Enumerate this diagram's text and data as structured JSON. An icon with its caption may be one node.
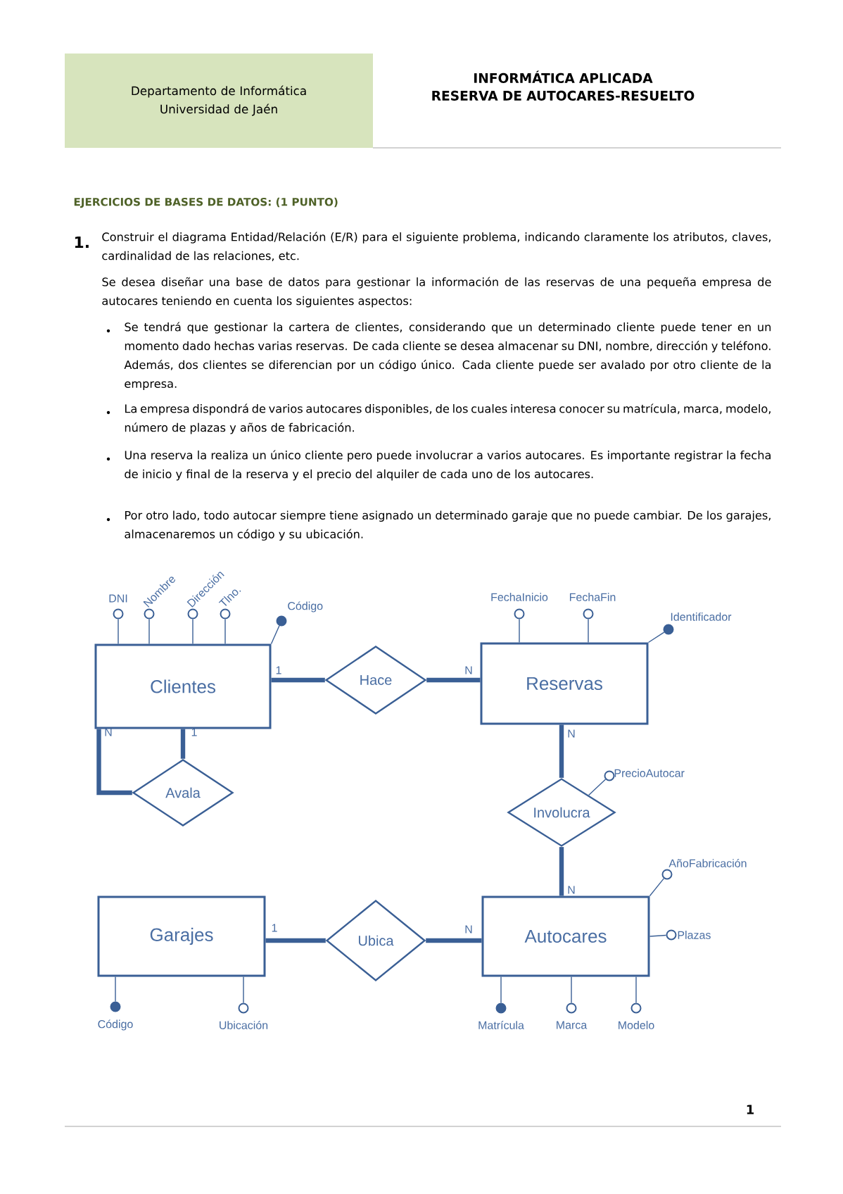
{
  "diagram": {
    "title": "INFORMÁTICA APLICADA RESERVA DE AUTOCARES-RESUELTO",
    "nodes": [
      {
        "text": [
          "Departamento de Informática Universidad de Jaén"
        ]
      },
      {
        "text": [
          "Clientes"
        ]
      },
      {
        "text": [
          "Hace"
        ]
      },
      {
        "text": [
          "Reservas"
        ]
      },
      {
        "text": [
          "Avala"
        ]
      },
      {
        "text": [
          "Involucra"
        ]
      },
      {
        "text": [
          "Garajes"
        ]
      },
      {
        "text": [
          "Ubica"
        ]
      },
      {
        "text": [
          "Autocares"
        ]
      },
      {
        "text": [],
        "shape": "circle",
        "beside": [
          "DNI"
        ]
      },
      {
        "text": [],
        "shape": "circle",
        "beside": [
          "Nombre"
        ]
      },
      {
        "text": [],
        "shape": "circle",
        "beside": [
          "Dirección"
        ]
      },
      {
        "text": [],
        "shape": "circle",
        "beside": [
          "Tlno."
        ]
      },
      {
        "text": [],
        "shape": "dot",
        "beside": [
          "Código"
        ]
      },
      {
        "text": [],
        "shape": "circle",
        "beside": [
          "FechaInicio"
        ]
      },
      {
        "text": [],
        "shape": "circle",
        "beside": [
          "FechaFin"
        ]
      },
      {
        "text": [],
        "shape": "dot",
        "beside": [
          "Identificador"
        ]
      },
      {
        "text": [],
        "shape": "circle",
        "beside": [
          "PrecioAutocar"
        ]
      },
      {
        "text": [],
        "shape": "circle",
        "beside": [
          "AñoFabricación"
        ]
      },
      {
        "text": [],
        "shape": "circle",
        "beside": [
          "Plazas"
        ]
      },
      {
        "text": [],
        "shape": "dot",
        "beside": [
          "Código"
        ]
      },
      {
        "text": [],
        "shape": "circle",
        "beside": [
          "Ubicación"
        ]
      },
      {
        "text": [],
        "shape": "dot",
        "beside": [
          "Matrícula"
        ]
      },
      {
        "text": [],
        "shape": "circle",
        "beside": [
          "Marca"
        ]
      },
      {
        "text": [],
        "shape": "circle",
        "beside": [
          "Modelo"
        ]
      }
    ],
    "edges": [
      {
        "from": 1,
        "to": 2,
        "arrow": "none",
        "style": "thick"
      },
      {
        "from": 2,
        "to": 3,
        "arrow": "none",
        "style": "thick"
      },
      {
        "from": 1,
        "to": 4,
        "arrow": "none",
        "style": "thick"
      },
      {
        "from": 1,
        "to": 4,
        "arrow": "none",
        "style": "thick"
      },
      {
        "from": 3,
        "to": 5,
        "arrow": "none",
        "style": "thick"
      },
      {
        "from": 5,
        "to": 8,
        "arrow": "none",
        "style": "thick"
      },
      {
        "from": 6,
        "to": 7,
        "arrow": "none",
        "style": "thick"
      },
      {
        "from": 7,
        "to": 8,
        "arrow": "none",
        "style": "thick"
      },
      {
        "from": 1,
        "to": 9,
        "arrow": "none"
      },
      {
        "from": 1,
        "to": 10,
        "arrow": "none"
      },
      {
        "from": 1,
        "to": 11,
        "arrow": "none"
      },
      {
        "from": 1,
        "to": 12,
        "arrow": "none"
      },
      {
        "from": 1,
        "to": 13,
        "arrow": "none"
      },
      {
        "from": 3,
        "to": 14,
        "arrow": "none"
      },
      {
        "from": 3,
        "to": 15,
        "arrow": "none"
      },
      {
        "from": 3,
        "to": 16,
        "arrow": "none"
      },
      {
        "from": 5,
        "to": 17,
        "arrow": "none"
      },
      {
        "from": 8,
        "to": 18,
        "arrow": "none"
      },
      {
        "from": 8,
        "to": 19,
        "arrow": "none"
      },
      {
        "from": 6,
        "to": 20,
        "arrow": "none"
      },
      {
        "from": 6,
        "to": 21,
        "arrow": "none"
      },
      {
        "from": 8,
        "to": 22,
        "arrow": "none"
      },
      {
        "from": 8,
        "to": 23,
        "arrow": "none"
      },
      {
        "from": 8,
        "to": 24,
        "arrow": "none"
      }
    ],
    "labels": [
      "EJERCICIOS DE BASES DE DATOS: (1 PUNTO)",
      "1.",
      "Construir el diagrama Entidad/Relación (E/R) para el siguiente problema, indicando claramente los atributos, claves, cardinalidad de las relaciones, etc.",
      "Se desea diseñar una base de datos para gestionar la información de las reservas de una pequeña empresa de autocares teniendo en cuenta los siguientes aspectos:",
      "Se tendrá que gestionar la cartera de clientes, considerando que un determinado cliente puede tener en un momento dado hechas varias reservas. De cada cliente se desea almacenar su DNI, nombre, dirección y teléfono. Además, dos clientes se diferencian por un código único. Cada cliente puede ser avalado por otro cliente de la empresa.",
      "La empresa dispondrá de varios autocares disponibles, de los cuales interesa conocer su matrícula, marca, modelo, número de plazas y años de fabricación.",
      "Una reserva la realiza un único cliente pero puede involucrar a varios autocares. Es importante registrar la fecha de inicio y final de la reserva y el precio del alquiler de cada uno de los autocares.",
      "Por otro lado, todo autocar siempre tiene asignado un determinado garaje que no puede cambiar. De los garajes, almacenaremos un código y su ubicación.",
      "1",
      "N",
      "N",
      "1",
      "N",
      "N",
      "1",
      "N",
      "1"
    ]
  }
}
